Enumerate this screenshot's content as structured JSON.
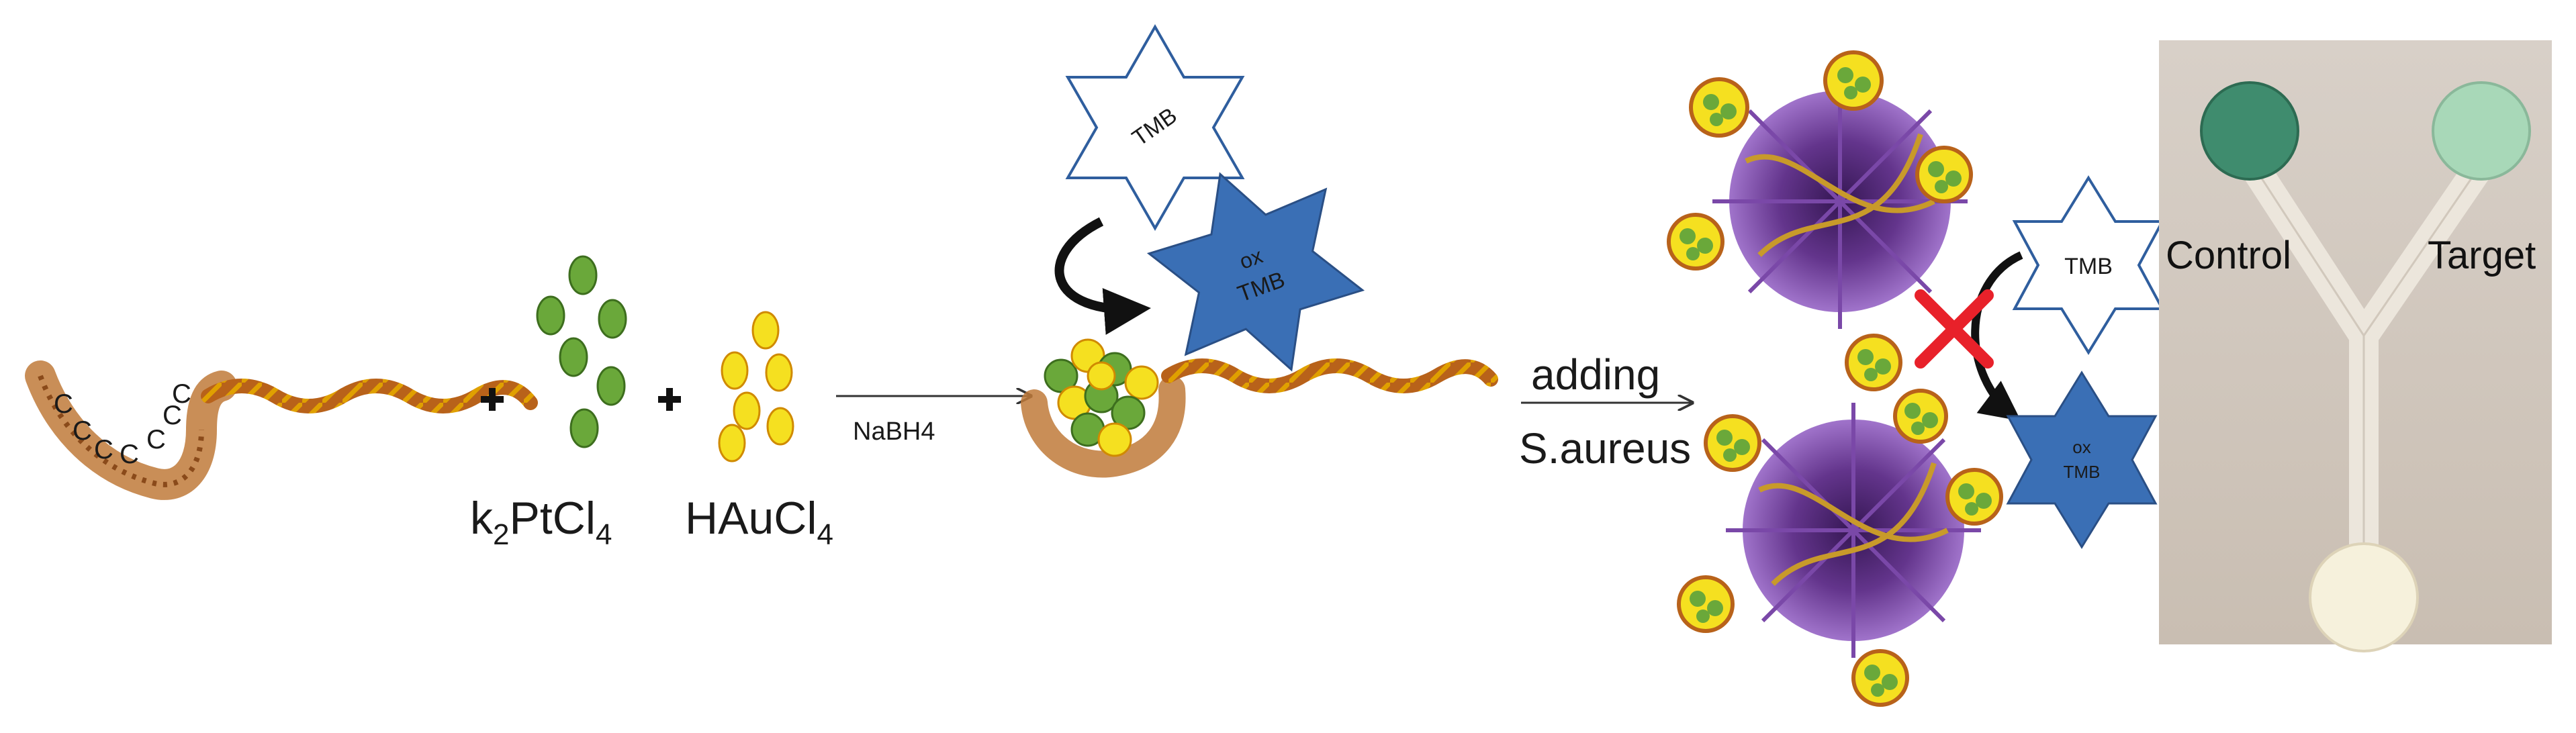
{
  "dna_probe": {
    "bases": [
      "C",
      "C",
      "C",
      "C",
      "C",
      "C",
      "C"
    ]
  },
  "reagents": {
    "pt": {
      "prefix": "k",
      "sub1": "2",
      "mid": "PtCl",
      "sub2": "4"
    },
    "au": {
      "prefix": "HAuCl",
      "sub1": "4"
    }
  },
  "step1_arrow_label": "NaBH4",
  "step2_arrow_label_line1": "adding",
  "step2_arrow_label_line2": "S.aureus",
  "substrate": {
    "tmb": "TMB",
    "ox_line1": "ox",
    "ox_line2": "TMB"
  },
  "photo": {
    "left_label": "Control",
    "right_label": "Target"
  },
  "colors": {
    "dna_strand": "#b8621a",
    "dna_highlight": "#e0a000",
    "pt_particle": "#6aa83a",
    "au_particle": "#f5e020",
    "ox_tmb": "#3a6fb5",
    "tmb_outline": "#2f5e9e",
    "bacteria": "#5b2a86",
    "inhibit_cross": "#e8212a",
    "control_spot": "#3f8c6e",
    "target_spot": "#a8d8b8"
  }
}
